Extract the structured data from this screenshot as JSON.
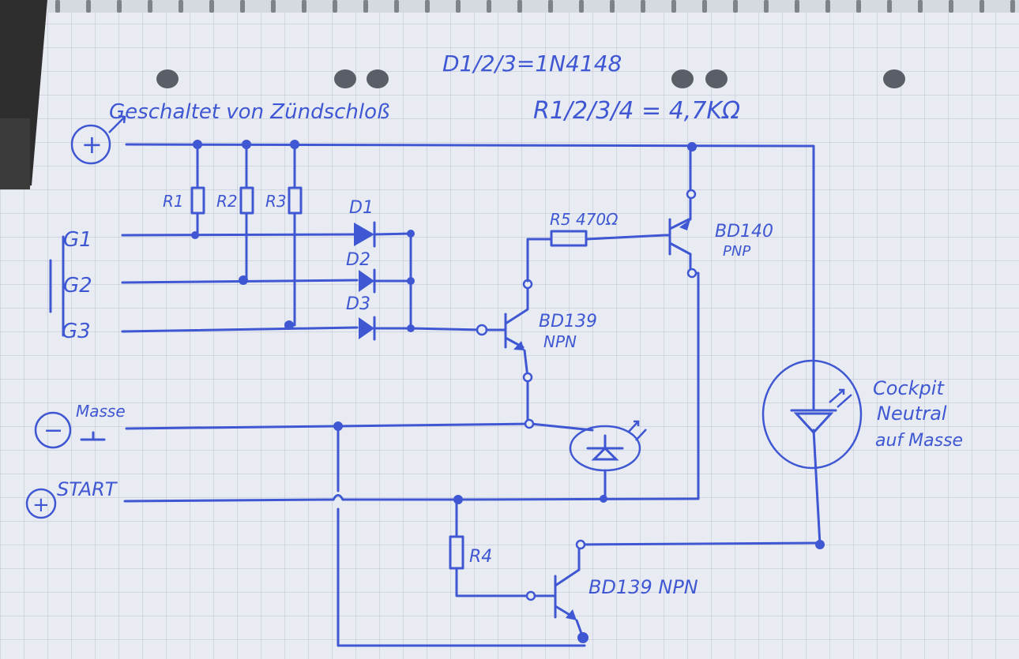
{
  "notes": {
    "diodes": "D1/2/3=1N4148",
    "switched": "Geschaltet von Zündschloß",
    "resistors": "R1/2/3/4 = 4,7KΩ"
  },
  "terminals": {
    "plus_top": "+",
    "minus": "−",
    "masse": "Masse",
    "plus_start": "+",
    "start": "START"
  },
  "inputs": [
    "G1",
    "G2",
    "G3"
  ],
  "components": {
    "r1": "R1",
    "r2": "R2",
    "r3": "R3",
    "r4": "R4",
    "r5": "R5 470Ω",
    "d1": "D1",
    "d2": "D2",
    "d3": "D3",
    "q1_type": "BD139",
    "q1_pol": "NPN",
    "q2_type": "BD140",
    "q2_pol": "PNP",
    "q3": "BD139 NPN"
  },
  "cockpit": [
    "Cockpit",
    "Neutral",
    "auf Masse"
  ],
  "colors": {
    "ink": "#3f57d2",
    "paper": "#e8ecf2",
    "grid": "#b9c2d0"
  }
}
